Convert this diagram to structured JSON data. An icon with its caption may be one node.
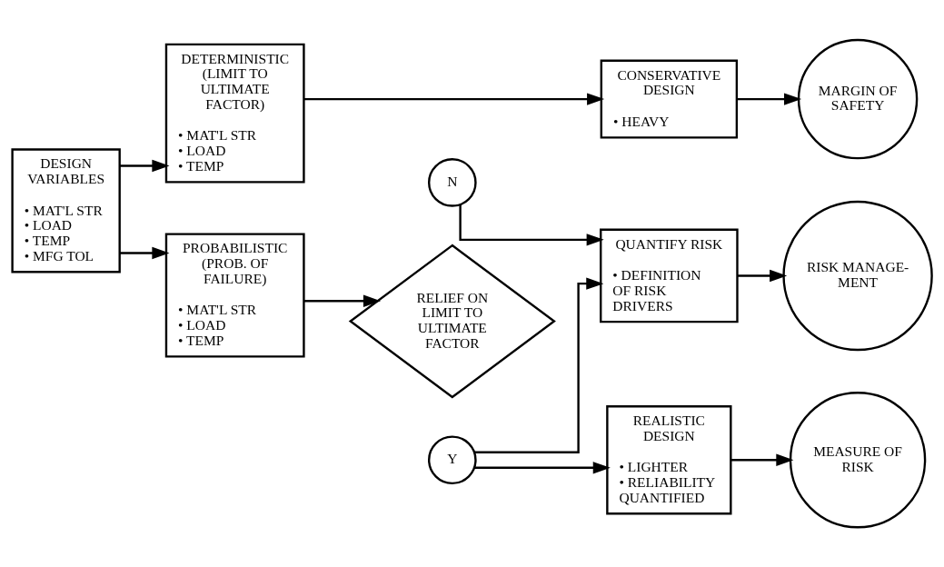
{
  "diagram": {
    "nodes": [
      {
        "text": [
          "DESIGN VARIABLES",
          "• MAT'L STR",
          "• LOAD",
          "• TEMP",
          "• MFG TOL"
        ]
      },
      {
        "text": [
          "DETERMINISTIC (LIMIT TO ULTIMATE FACTOR)",
          "• MAT'L STR",
          "• LOAD",
          "• TEMP"
        ]
      },
      {
        "text": [
          "PROBABILISTIC (PROB. OF FAILURE)",
          "• MAT'L STR",
          "• LOAD",
          "• TEMP"
        ]
      },
      {
        "text": [
          "N"
        ]
      },
      {
        "text": [
          "RELIEF ON LIMIT TO ULTIMATE FACTOR"
        ]
      },
      {
        "text": [
          "Y"
        ]
      },
      {
        "text": [
          "CONSERVATIVE DESIGN",
          "• HEAVY"
        ]
      },
      {
        "text": [
          "QUANTIFY RISK",
          "• DEFINITION OF RISK DRIVERS"
        ]
      },
      {
        "text": [
          "REALISTIC DESIGN",
          "• LIGHTER",
          "• RELIABILITY QUANTIFIED"
        ]
      },
      {
        "text": [
          "MARGIN OF SAFETY"
        ]
      },
      {
        "text": [
          "RISK MANAGE- MENT"
        ]
      },
      {
        "text": [
          "MEASURE OF RISK"
        ]
      }
    ],
    "edges": [
      {
        "from": 0,
        "to": 1,
        "arrow": "to"
      },
      {
        "from": 0,
        "to": 2,
        "arrow": "to"
      },
      {
        "from": 1,
        "to": 6,
        "arrow": "to"
      },
      {
        "from": 2,
        "to": 4,
        "arrow": "to"
      },
      {
        "from": 3,
        "to": 7,
        "arrow": "to"
      },
      {
        "from": 5,
        "to": 7,
        "arrow": "to"
      },
      {
        "from": 5,
        "to": 8,
        "arrow": "to"
      },
      {
        "from": 6,
        "to": 9,
        "arrow": "to"
      },
      {
        "from": 7,
        "to": 10,
        "arrow": "to"
      },
      {
        "from": 8,
        "to": 11,
        "arrow": "to"
      }
    ]
  }
}
